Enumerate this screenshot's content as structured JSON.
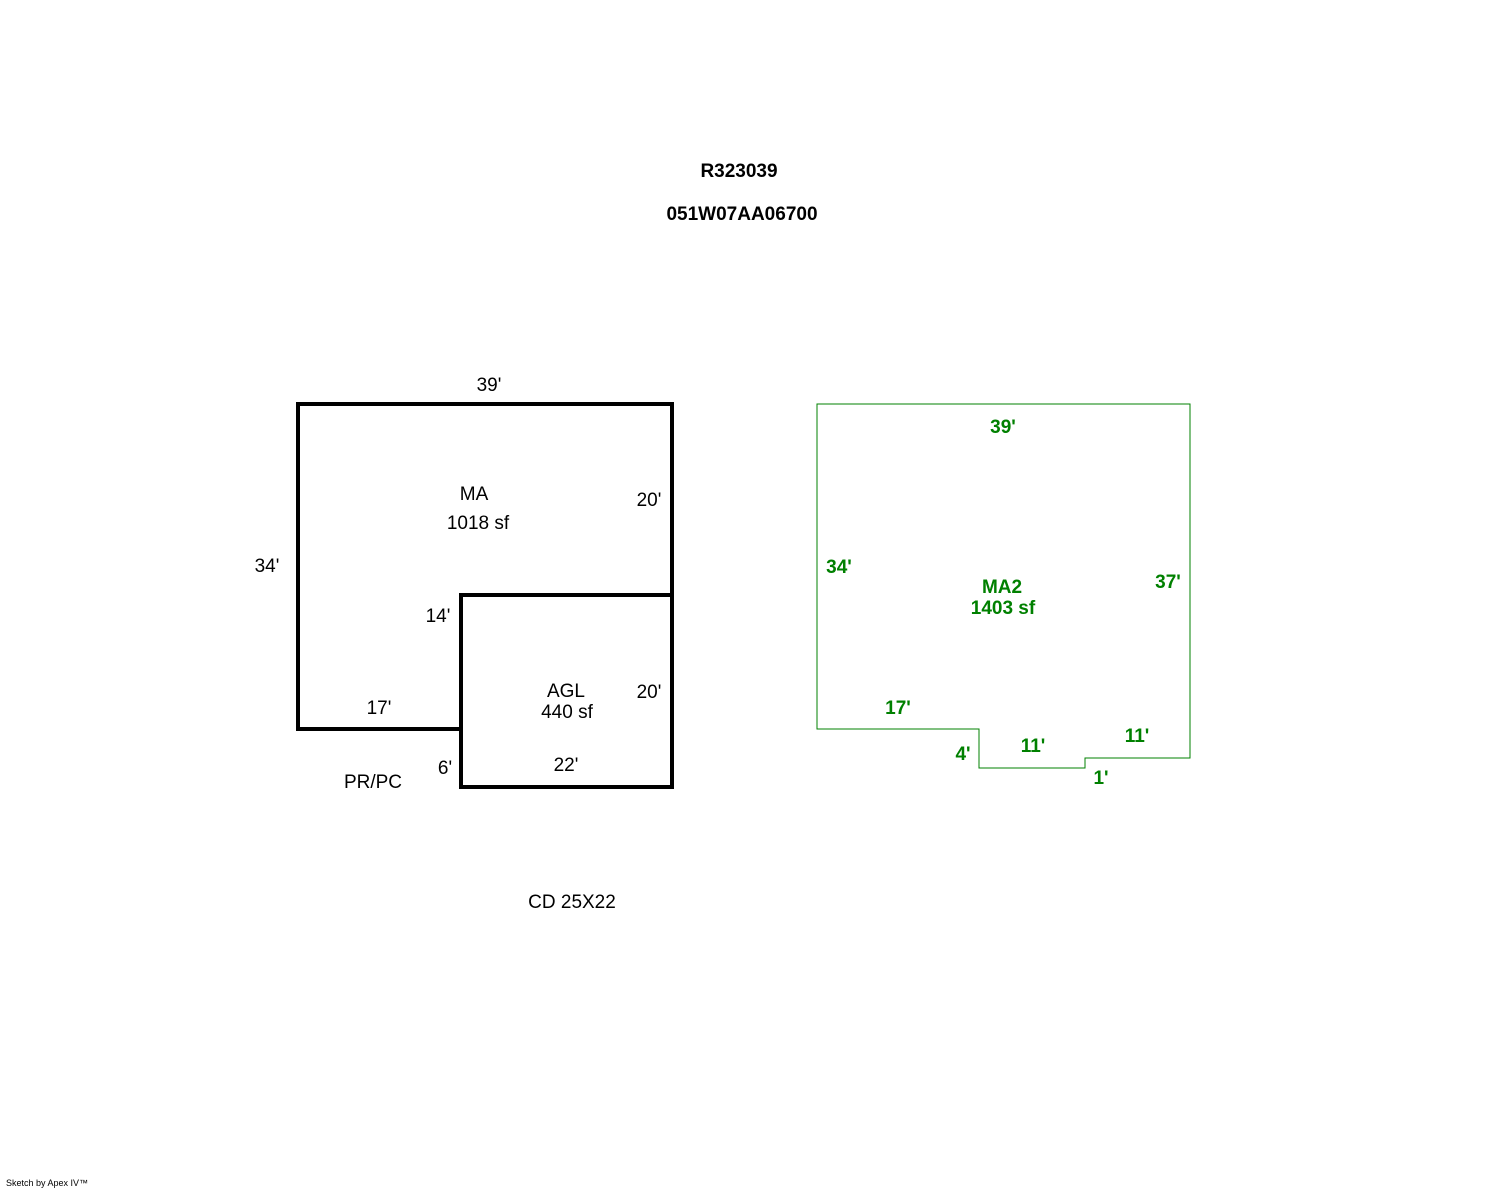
{
  "header": {
    "account": "R323039",
    "map_tax_lot": "051W07AA06700"
  },
  "sketch_left": {
    "areas": [
      {
        "code": "MA",
        "area": "1018 sf"
      },
      {
        "code": "AGL",
        "area": "440 sf"
      }
    ],
    "dimensions": {
      "top": "39'",
      "left": "34'",
      "right_upper": "20'",
      "inner_vertical": "14'",
      "bottom_ma": "17'",
      "right_agl": "20'",
      "bottom_agl": "22'",
      "agl_left_lower": "6'"
    },
    "label_pr_pc": "PR/PC",
    "note": "CD 25X22"
  },
  "sketch_right": {
    "color": "#008000",
    "area": {
      "code": "MA2",
      "area": "1403 sf"
    },
    "dimensions": {
      "top": "39'",
      "left": "34'",
      "right": "37'",
      "bottom_left": "17'",
      "step_down": "4'",
      "bottom_middle": "11'",
      "step_up": "1'",
      "bottom_right": "11'"
    }
  },
  "footer": "Sketch by Apex IV™"
}
